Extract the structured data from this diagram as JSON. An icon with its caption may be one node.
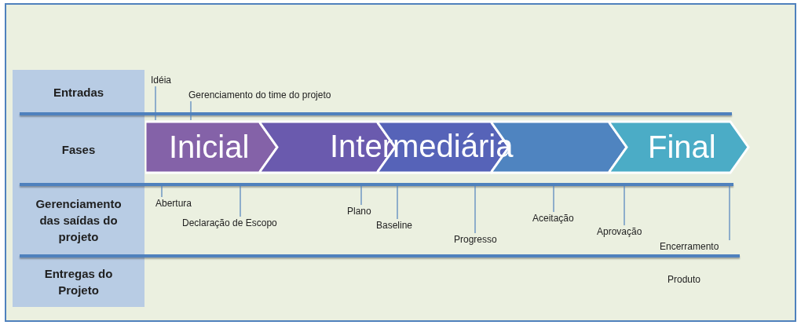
{
  "diagram": {
    "nodes": [
      {
        "text": [
          "Entradas"
        ]
      },
      {
        "text": [
          "Fases"
        ]
      },
      {
        "text": [
          "Gerenciamento das saídas do projeto"
        ]
      },
      {
        "text": [
          "Entregas do Projeto"
        ]
      },
      {
        "text": [
          "Inicial"
        ]
      },
      {
        "text": [],
        "shape": "chevron"
      },
      {
        "text": [],
        "shape": "chevron"
      },
      {
        "text": [],
        "shape": "chevron"
      },
      {
        "text": [
          "Final"
        ]
      },
      {
        "text": [
          "Idéia"
        ]
      },
      {
        "text": [
          "Gerenciamento do time do projeto"
        ]
      },
      {
        "text": [
          "Abertura"
        ]
      },
      {
        "text": [
          "Declaração de Escopo"
        ]
      },
      {
        "text": [
          "Plano"
        ]
      },
      {
        "text": [
          "Baseline"
        ]
      },
      {
        "text": [
          "Progresso"
        ]
      },
      {
        "text": [
          "Aceitação"
        ]
      },
      {
        "text": [
          "Aprovação"
        ]
      },
      {
        "text": [
          "Encerramento"
        ]
      }
    ],
    "edges": [
      {
        "from": 9,
        "to": 4,
        "arrow": "none"
      },
      {
        "from": 10,
        "to": 4,
        "arrow": "none"
      },
      {
        "from": 11,
        "to": null,
        "arrow": "none"
      },
      {
        "from": 12,
        "to": null,
        "arrow": "none"
      },
      {
        "from": 13,
        "to": null,
        "arrow": "none"
      },
      {
        "from": 14,
        "to": null,
        "arrow": "none"
      },
      {
        "from": 15,
        "to": null,
        "arrow": "none"
      },
      {
        "from": 16,
        "to": null,
        "arrow": "none"
      },
      {
        "from": 17,
        "to": null,
        "arrow": "none"
      },
      {
        "from": 18,
        "to": null,
        "arrow": "none"
      }
    ],
    "labels": [
      "Intermediária",
      "Produto"
    ]
  }
}
